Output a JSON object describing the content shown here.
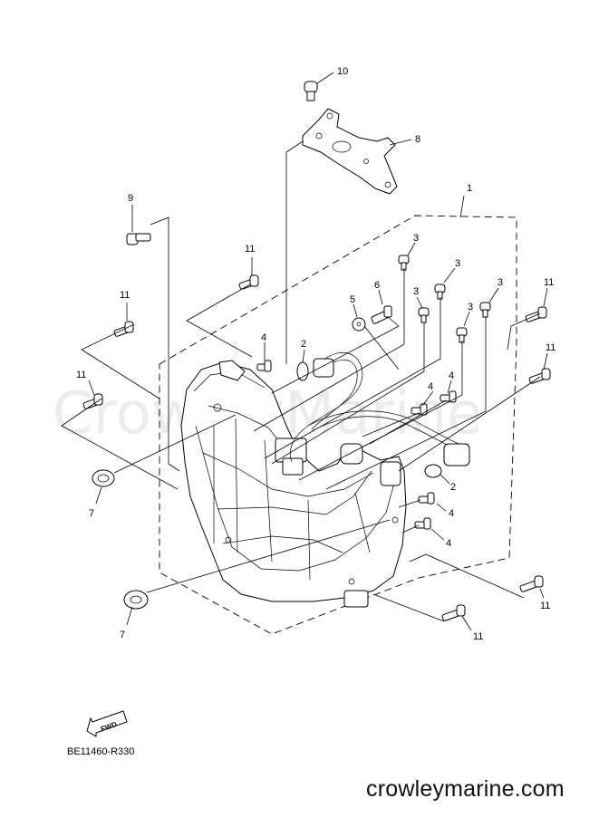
{
  "watermark": "CrowleyMarine",
  "diagram_code": "BE11460-R330",
  "fwd_label": "FWD",
  "site": "crowleymarine.com",
  "callouts": {
    "c10": "10",
    "c8": "8",
    "c9": "9",
    "c1": "1",
    "c11a": "11",
    "c11b": "11",
    "c11c": "11",
    "c11d": "11",
    "c11e": "11",
    "c11f": "11",
    "c11g": "11",
    "c3a": "3",
    "c3b": "3",
    "c3c": "3",
    "c3d": "3",
    "c3e": "3",
    "c5": "5",
    "c6": "6",
    "c4a": "4",
    "c4b": "4",
    "c4c": "4",
    "c4d": "4",
    "c4e": "4",
    "c2a": "2",
    "c2b": "2",
    "c7a": "7",
    "c7b": "7"
  }
}
